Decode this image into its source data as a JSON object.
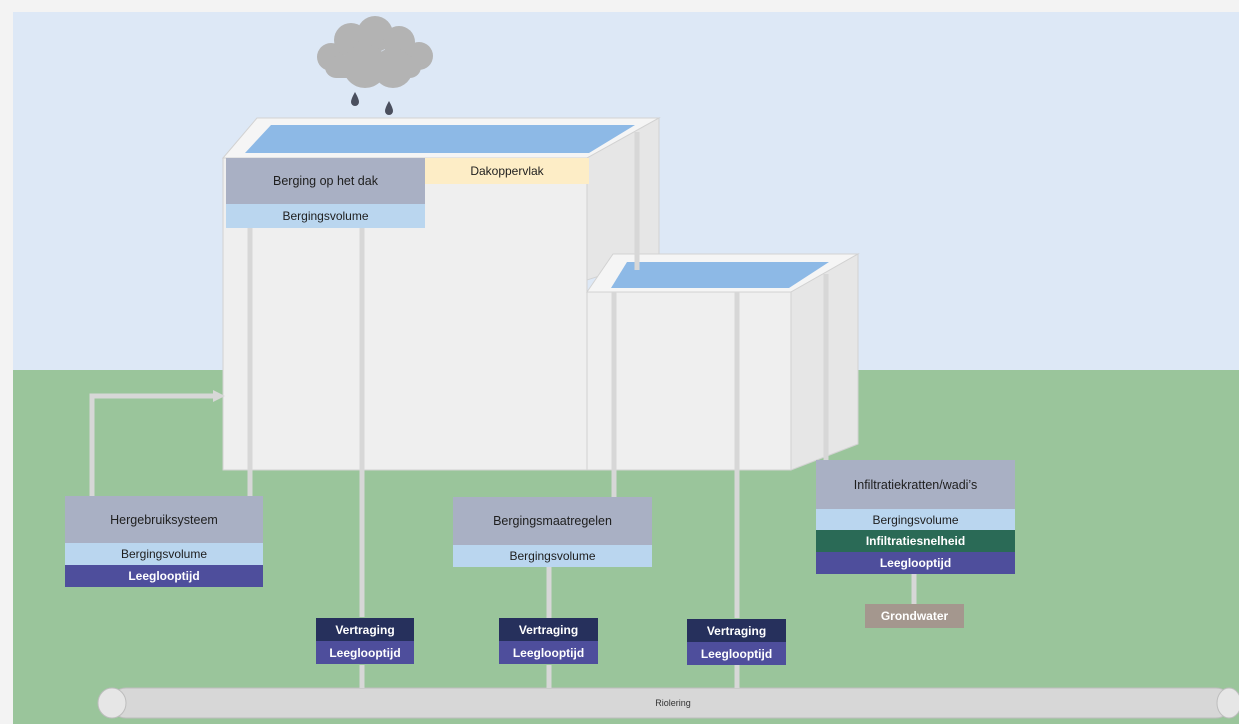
{
  "labels": {
    "roof_storage": "Berging op het dak",
    "roof_storage_volume": "Bergingsvolume",
    "roof_surface": "Dakoppervlak",
    "reuse_system": "Hergebruiksysteem",
    "reuse_volume": "Bergingsvolume",
    "reuse_drain_time": "Leeglooptijd",
    "storage_measures": "Bergingsmaatregelen",
    "storage_measures_volume": "Bergingsvolume",
    "infiltration": "Infiltratiekratten/wadi’s",
    "infiltration_volume": "Bergingsvolume",
    "infiltration_rate": "Infiltratiesnelheid",
    "infiltration_drain_time": "Leeglooptijd",
    "groundwater": "Grondwater",
    "delay_1": "Vertraging",
    "drain_time_1": "Leeglooptijd",
    "delay_2": "Vertraging",
    "drain_time_2": "Leeglooptijd",
    "delay_3": "Vertraging",
    "drain_time_3": "Leeglooptijd",
    "sewer": "Riolering"
  },
  "colors": {
    "sky": "#dde8f6",
    "grass": "#9ac59b",
    "building": "#efefef",
    "water": "#8db9e6",
    "pipe": "#d7d7d7",
    "title_box": "#a9b0c4",
    "volume_box": "#bad6ef",
    "drain_box": "#4e4e9c",
    "delay_box": "#26305c",
    "infiltration_box": "#2a6a56",
    "roof_surface_box": "#fdedc6",
    "groundwater_box": "#a4978e"
  },
  "icons": [
    "cloud-icon",
    "raindrop-icon"
  ]
}
